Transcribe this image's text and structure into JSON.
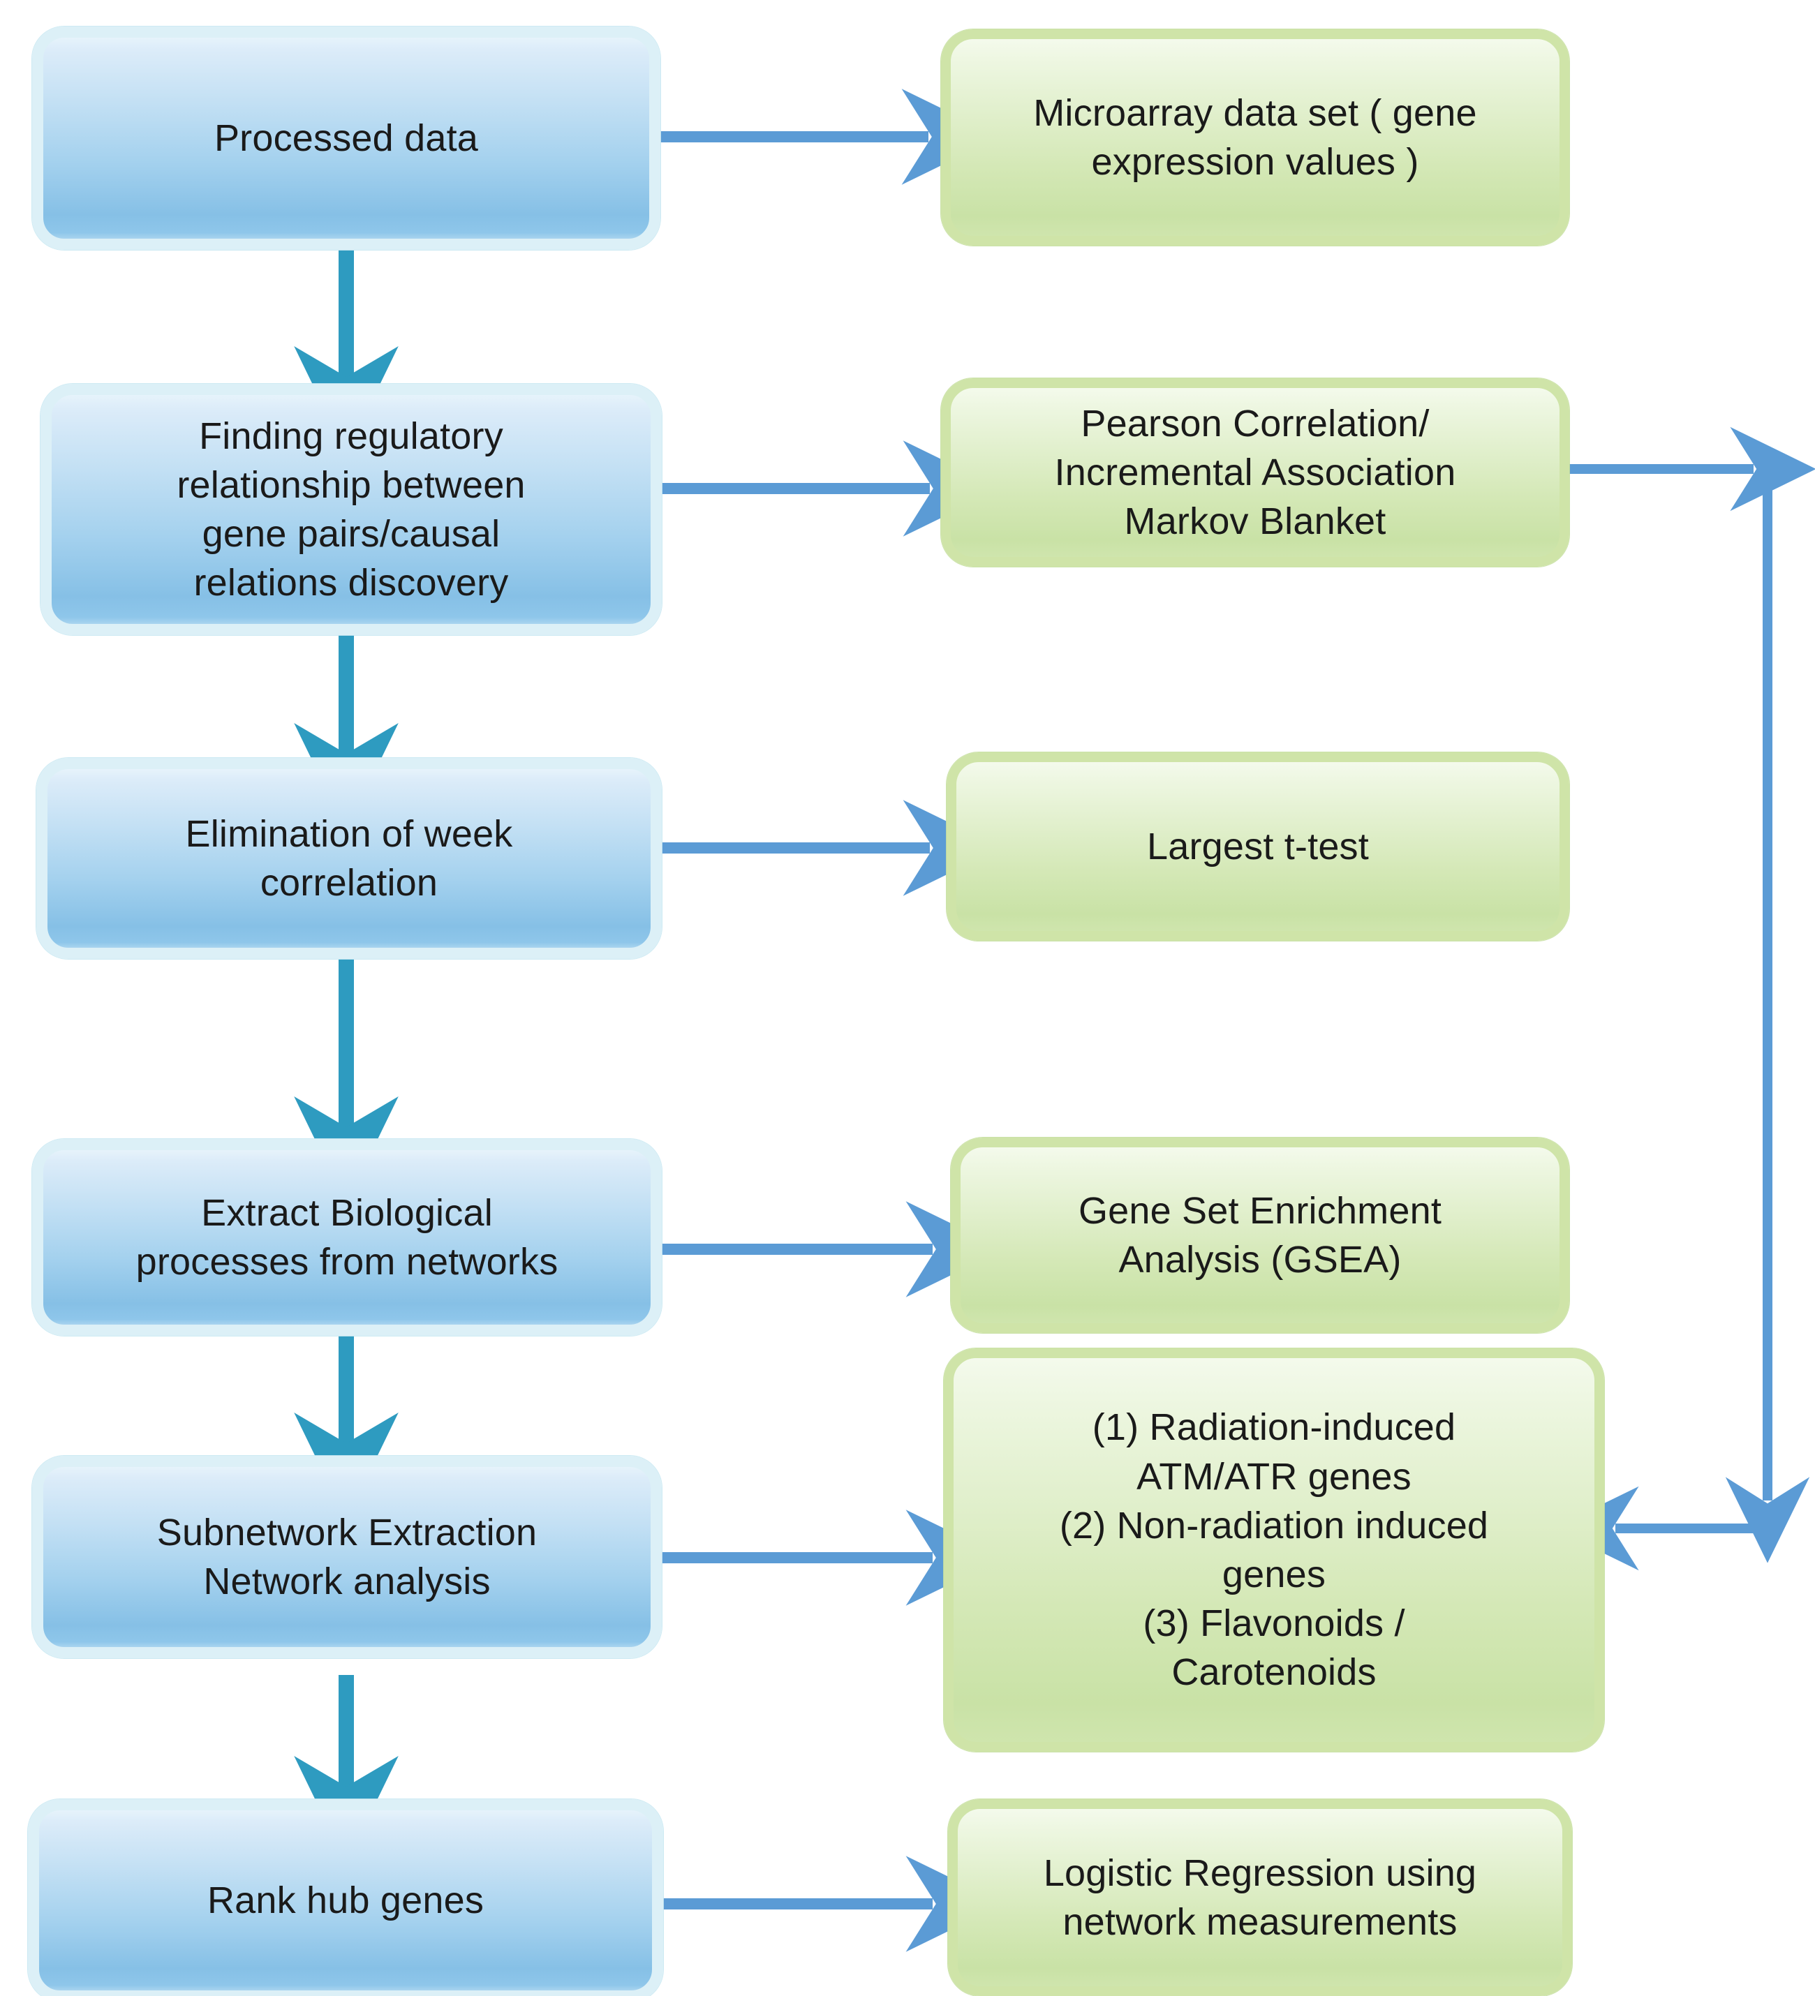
{
  "diagram": {
    "title": "Gene regulatory network analysis workflow",
    "colors": {
      "process_fill_top": "#e6f3fb",
      "process_fill_bottom": "#86c0e6",
      "process_border": "#dcf0f7",
      "result_fill_top": "#f4faec",
      "result_fill_bottom": "#c9e2a6",
      "result_border": "#cfe4a8",
      "arrow_horizontal": "#5b9bd5",
      "arrow_vertical": "#2e9bc0",
      "text": "#1a1a1a",
      "background": "#ffffff"
    }
  },
  "process_nodes": [
    {
      "id": "processed-data",
      "label": "Processed  data"
    },
    {
      "id": "finding-regulatory",
      "label": "Finding regulatory\nrelationship between\ngene pairs/causal\nrelations discovery"
    },
    {
      "id": "elimination-week",
      "label": "Elimination of week\ncorrelation"
    },
    {
      "id": "extract-biological",
      "label": "Extract Biological\nprocesses from networks"
    },
    {
      "id": "subnetwork-extraction",
      "label": "Subnetwork Extraction\nNetwork analysis"
    },
    {
      "id": "rank-hub-genes",
      "label": "Rank hub genes"
    }
  ],
  "result_nodes": [
    {
      "id": "microarray-data-set",
      "label": "Microarray data set ( gene\nexpression values )"
    },
    {
      "id": "pearson-correlation",
      "label": "Pearson Correlation/\nIncremental Association\nMarkov Blanket"
    },
    {
      "id": "largest-t-test",
      "label": "Largest t-test"
    },
    {
      "id": "gsea",
      "label": "Gene Set Enrichment\nAnalysis (GSEA)"
    },
    {
      "id": "gene-categories",
      "label": "(1) Radiation-induced\nATM/ATR genes\n(2) Non-radiation induced\ngenes\n(3) Flavonoids /\nCarotenoids"
    },
    {
      "id": "logistic-regression",
      "label": "Logistic Regression using\nnetwork measurements"
    }
  ],
  "connectors": [
    {
      "id": "processed-data-to-microarray",
      "from": "processed-data",
      "to": "microarray-data-set",
      "kind": "horizontal-arrow"
    },
    {
      "id": "processed-data-to-finding",
      "from": "processed-data",
      "to": "finding-regulatory",
      "kind": "vertical-arrow"
    },
    {
      "id": "finding-to-pearson",
      "from": "finding-regulatory",
      "to": "pearson-correlation",
      "kind": "horizontal-arrow"
    },
    {
      "id": "finding-to-elimination",
      "from": "finding-regulatory",
      "to": "elimination-week",
      "kind": "vertical-arrow"
    },
    {
      "id": "elimination-to-t-test",
      "from": "elimination-week",
      "to": "largest-t-test",
      "kind": "horizontal-arrow"
    },
    {
      "id": "elimination-to-extract",
      "from": "elimination-week",
      "to": "extract-biological",
      "kind": "vertical-arrow"
    },
    {
      "id": "extract-to-gsea",
      "from": "extract-biological",
      "to": "gsea",
      "kind": "horizontal-arrow"
    },
    {
      "id": "extract-to-subnetwork",
      "from": "extract-biological",
      "to": "subnetwork-extraction",
      "kind": "vertical-arrow"
    },
    {
      "id": "subnetwork-to-gene-categories",
      "from": "subnetwork-extraction",
      "to": "gene-categories",
      "kind": "horizontal-arrow"
    },
    {
      "id": "subnetwork-to-rank",
      "from": "subnetwork-extraction",
      "to": "rank-hub-genes",
      "kind": "vertical-arrow"
    },
    {
      "id": "rank-to-logistic",
      "from": "rank-hub-genes",
      "to": "logistic-regression",
      "kind": "horizontal-arrow"
    },
    {
      "id": "pearson-to-gene-categories-feedback",
      "from": "pearson-correlation",
      "to": "gene-categories",
      "kind": "elbow-arrow"
    }
  ]
}
